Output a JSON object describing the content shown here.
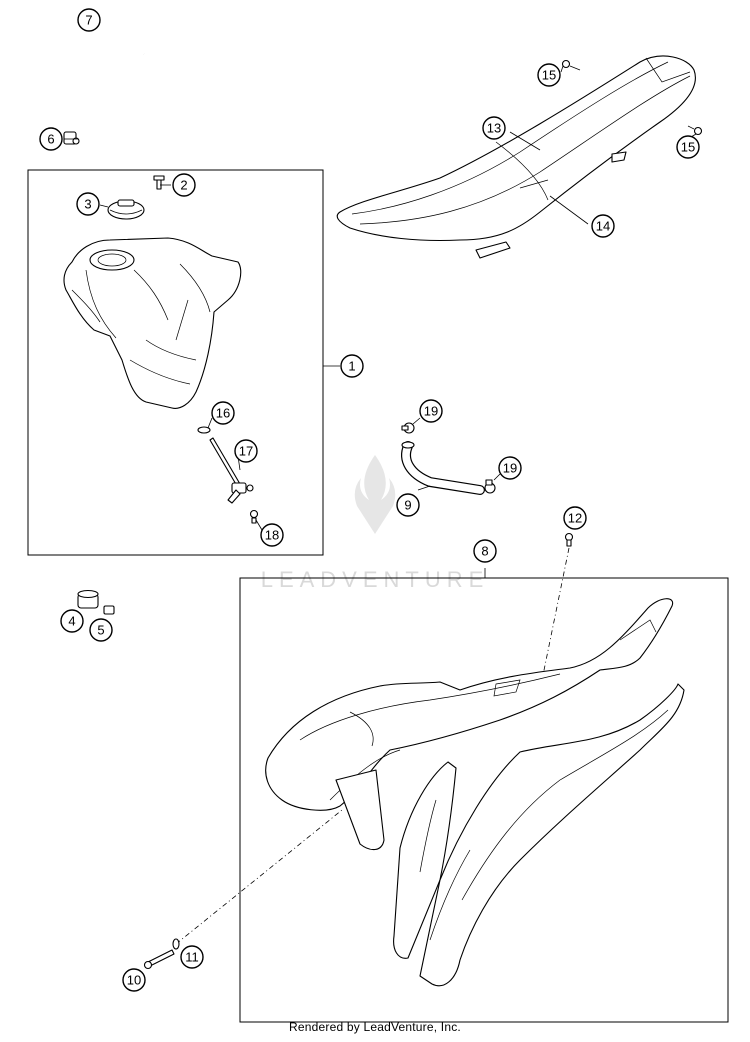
{
  "callouts": [
    {
      "n": "1"
    },
    {
      "n": "2"
    },
    {
      "n": "3"
    },
    {
      "n": "4"
    },
    {
      "n": "5"
    },
    {
      "n": "6"
    },
    {
      "n": "7"
    },
    {
      "n": "8"
    },
    {
      "n": "9"
    },
    {
      "n": "10"
    },
    {
      "n": "11"
    },
    {
      "n": "12"
    },
    {
      "n": "13"
    },
    {
      "n": "14"
    },
    {
      "n": "15"
    },
    {
      "n": "15"
    },
    {
      "n": "16"
    },
    {
      "n": "17"
    },
    {
      "n": "18"
    },
    {
      "n": "19"
    },
    {
      "n": "19"
    }
  ],
  "watermark": {
    "text": "LEADVENTURE"
  },
  "footer": {
    "text": "Rendered by LeadVenture, Inc."
  },
  "colors": {
    "line": "#000000",
    "background": "#ffffff",
    "watermark": "#d9d9d9"
  }
}
